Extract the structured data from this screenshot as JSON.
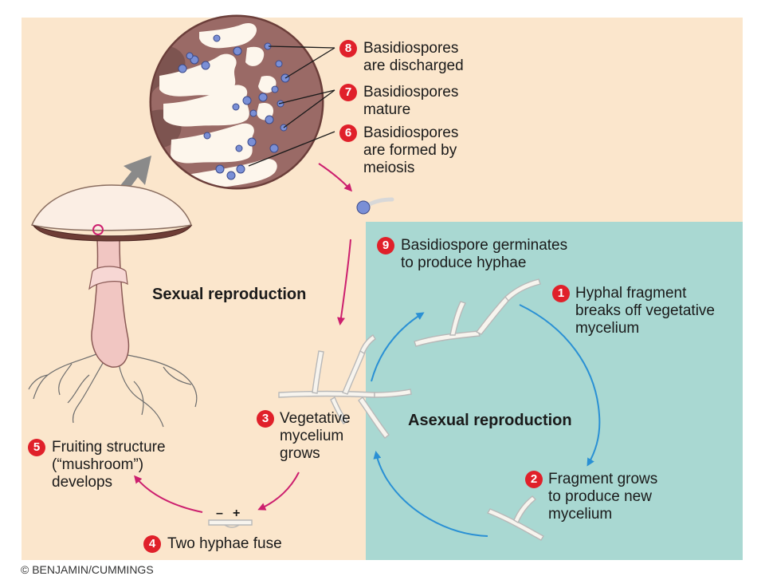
{
  "diagram": {
    "sections": {
      "sexual": "Sexual reproduction",
      "asexual": "Asexual reproduction"
    },
    "steps": [
      {
        "number": "1",
        "lines": [
          "Hyphal fragment",
          "breaks off vegetative",
          "mycelium"
        ]
      },
      {
        "number": "2",
        "lines": [
          "Fragment grows",
          "to produce new",
          "mycelium"
        ]
      },
      {
        "number": "3",
        "lines": [
          "Vegetative",
          "mycelium",
          "grows"
        ]
      },
      {
        "number": "4",
        "lines": [
          "Two hyphae fuse"
        ]
      },
      {
        "number": "5",
        "lines": [
          "Fruiting structure",
          "(“mushroom”)",
          "develops"
        ]
      },
      {
        "number": "6",
        "lines": [
          "Basidiospores",
          "are formed by",
          "meiosis"
        ]
      },
      {
        "number": "7",
        "lines": [
          "Basidiospores",
          "mature"
        ]
      },
      {
        "number": "8",
        "lines": [
          "Basidiospores",
          "are discharged"
        ]
      },
      {
        "number": "9",
        "lines": [
          "Basidiospore germinates",
          "to produce hyphae"
        ]
      }
    ],
    "mating_signs": [
      "–",
      "+"
    ],
    "credit": "© BENJAMIN/CUMMINGS",
    "colors": {
      "sexual_bg": "#fbe6cc",
      "asexual_bg": "#a9d8d2",
      "badge": "#e0202a",
      "sexual_arrow": "#cc1f6e",
      "asexual_arrow": "#2a90d4",
      "spore": "#7a8fd6",
      "gill_tissue": "#9a6a66"
    }
  }
}
